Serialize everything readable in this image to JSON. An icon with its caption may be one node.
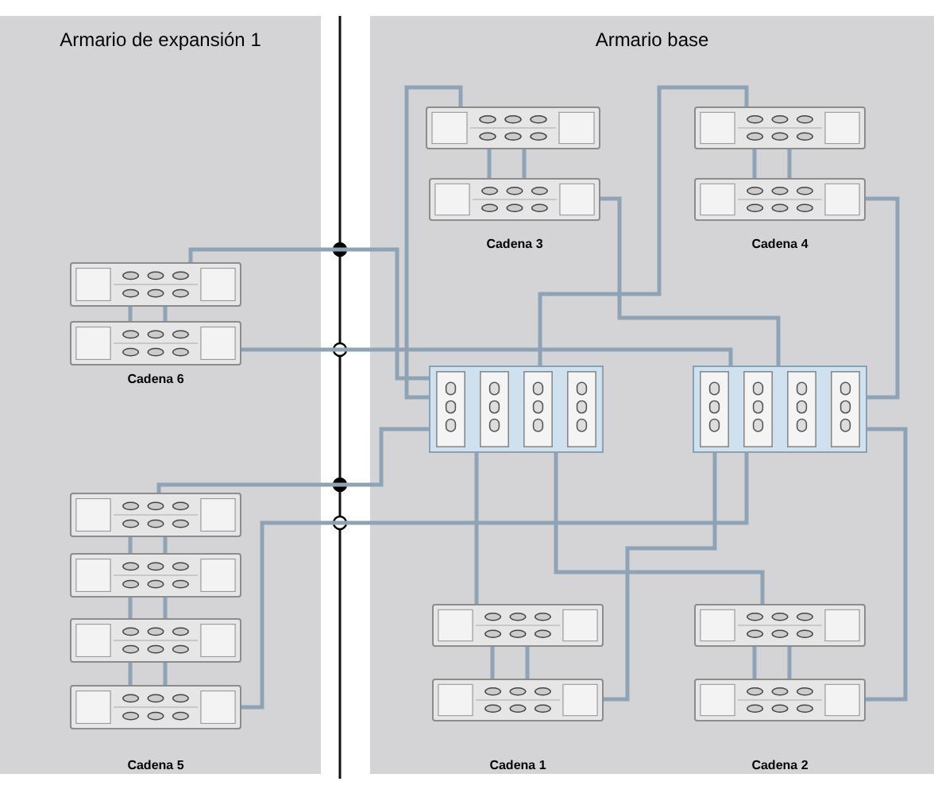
{
  "diagram": {
    "nodes": [
      {
        "text": [
          "Armario de expansión 1"
        ]
      },
      {
        "text": [
          "Armario base"
        ]
      },
      {
        "text": [],
        "shape": "box",
        "in": 0
      },
      {
        "text": [],
        "shape": "box",
        "in": 0,
        "beside": [
          "Cadena 6"
        ]
      },
      {
        "text": [],
        "shape": "box",
        "in": 0
      },
      {
        "text": [],
        "shape": "box",
        "in": 0
      },
      {
        "text": [],
        "shape": "box",
        "in": 0
      },
      {
        "text": [],
        "shape": "box",
        "in": 0,
        "beside": [
          "Cadena 5"
        ]
      },
      {
        "text": [],
        "shape": "box",
        "in": 1
      },
      {
        "text": [],
        "shape": "box",
        "in": 1,
        "beside": [
          "Cadena 3"
        ]
      },
      {
        "text": [],
        "shape": "box",
        "in": 1
      },
      {
        "text": [],
        "shape": "box",
        "in": 1,
        "beside": [
          "Cadena 4"
        ]
      },
      {
        "text": [],
        "shape": "box",
        "in": 1
      },
      {
        "text": [],
        "shape": "box",
        "in": 1
      },
      {
        "text": [],
        "shape": "box",
        "in": 1
      },
      {
        "text": [],
        "shape": "box",
        "in": 1,
        "beside": [
          "Cadena 1"
        ]
      },
      {
        "text": [],
        "shape": "box",
        "in": 1
      },
      {
        "text": [],
        "shape": "box",
        "in": 1,
        "beside": [
          "Cadena 2"
        ]
      }
    ],
    "edges": [
      {
        "from": 2,
        "to": 3,
        "arrow": "none"
      },
      {
        "from": 2,
        "to": 3,
        "arrow": "none"
      },
      {
        "from": 4,
        "to": 5,
        "arrow": "none"
      },
      {
        "from": 4,
        "to": 5,
        "arrow": "none"
      },
      {
        "from": 5,
        "to": 6,
        "arrow": "none"
      },
      {
        "from": 5,
        "to": 6,
        "arrow": "none"
      },
      {
        "from": 6,
        "to": 7,
        "arrow": "none"
      },
      {
        "from": 6,
        "to": 7,
        "arrow": "none"
      },
      {
        "from": 8,
        "to": 9,
        "arrow": "none"
      },
      {
        "from": 8,
        "to": 9,
        "arrow": "none"
      },
      {
        "from": 10,
        "to": 11,
        "arrow": "none"
      },
      {
        "from": 10,
        "to": 11,
        "arrow": "none"
      },
      {
        "from": 14,
        "to": 15,
        "arrow": "none"
      },
      {
        "from": 14,
        "to": 15,
        "arrow": "none"
      },
      {
        "from": 16,
        "to": 17,
        "arrow": "none"
      },
      {
        "from": 16,
        "to": 17,
        "arrow": "none"
      },
      {
        "from": 12,
        "to": 2,
        "arrow": "none"
      },
      {
        "from": 13,
        "to": 3,
        "arrow": "none"
      },
      {
        "from": 12,
        "to": 4,
        "arrow": "none"
      },
      {
        "from": 13,
        "to": 7,
        "arrow": "none"
      },
      {
        "from": 12,
        "to": 8,
        "arrow": "none"
      },
      {
        "from": 13,
        "to": 9,
        "arrow": "none"
      },
      {
        "from": 12,
        "to": 10,
        "arrow": "none"
      },
      {
        "from": 13,
        "to": 11,
        "arrow": "none"
      },
      {
        "from": 12,
        "to": 14,
        "arrow": "none"
      },
      {
        "from": 13,
        "to": 15,
        "arrow": "none"
      },
      {
        "from": 12,
        "to": 16,
        "arrow": "none"
      },
      {
        "from": 13,
        "to": 17,
        "arrow": "none"
      }
    ]
  }
}
